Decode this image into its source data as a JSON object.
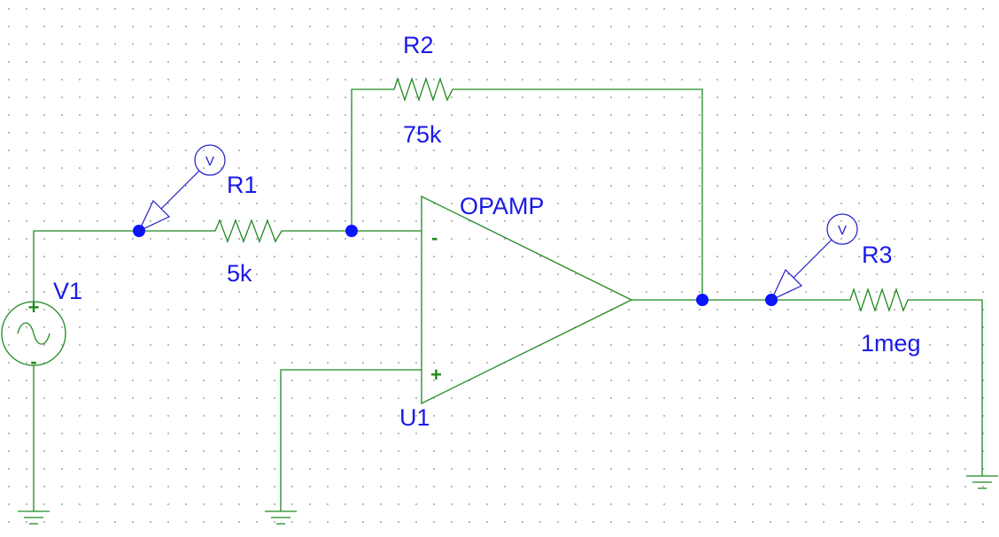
{
  "components": {
    "v1": {
      "ref": "V1"
    },
    "r1": {
      "ref": "R1",
      "value": "5k"
    },
    "r2": {
      "ref": "R2",
      "value": "75k"
    },
    "r3": {
      "ref": "R3",
      "value": "1meg"
    },
    "u1": {
      "ref": "U1",
      "model": "OPAMP",
      "pin_inverting": "-",
      "pin_noninverting": "+"
    }
  },
  "markers": {
    "probe_input": {
      "symbol": "V"
    },
    "probe_output": {
      "symbol": "V"
    }
  },
  "colors": {
    "wire": "#1f8a1f",
    "label": "#1a1ae6",
    "junction": "#0a14ff",
    "probe": "#1e1ec8"
  }
}
